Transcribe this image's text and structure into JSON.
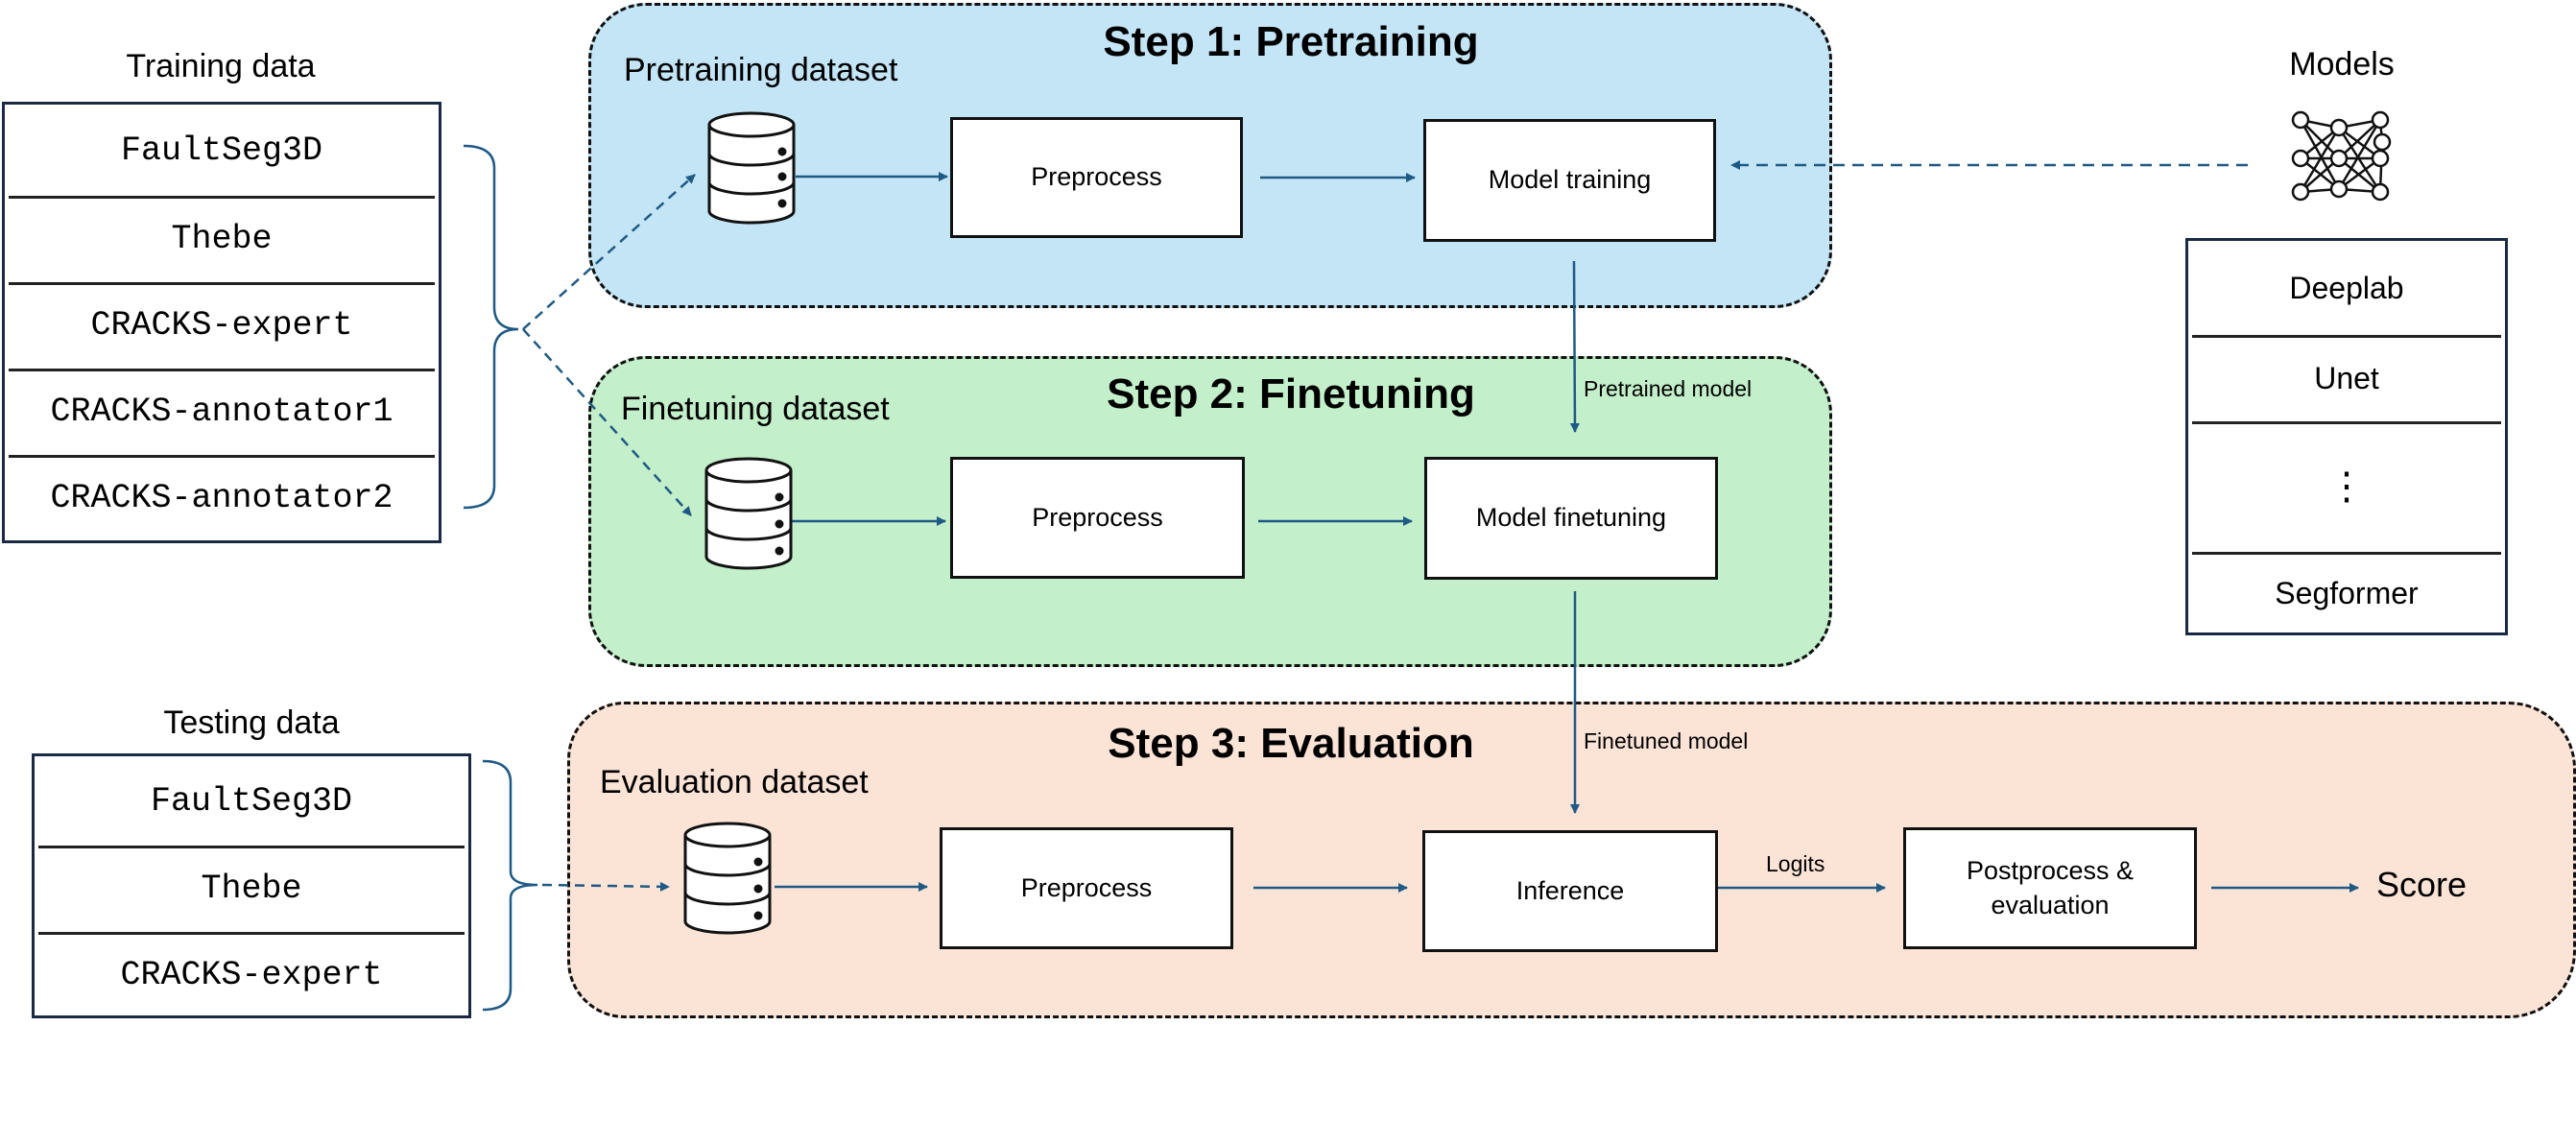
{
  "colors": {
    "pretraining_bg": "#c3e5f6",
    "finetuning_bg": "#c3efca",
    "evaluation_bg": "#fbe3d6",
    "arrow": "#1f5a85",
    "border": "#111111"
  },
  "training_data": {
    "title": "Training data",
    "items": [
      "FaultSeg3D",
      "Thebe",
      "CRACKS-expert",
      "CRACKS-annotator1",
      "CRACKS-annotator2"
    ]
  },
  "testing_data": {
    "title": "Testing data",
    "items": [
      "FaultSeg3D",
      "Thebe",
      "CRACKS-expert"
    ]
  },
  "models": {
    "title": "Models",
    "icon": "neural-network-icon",
    "items": [
      "Deeplab",
      "Unet",
      "⋮",
      "Segformer"
    ]
  },
  "steps": {
    "pretraining": {
      "title": "Step 1: Pretraining",
      "dataset_label": "Pretraining dataset",
      "preprocess": "Preprocess",
      "model_box": "Model training"
    },
    "finetuning": {
      "title": "Step 2:  Finetuning",
      "dataset_label": "Finetuning dataset",
      "preprocess": "Preprocess",
      "model_box": "Model finetuning"
    },
    "evaluation": {
      "title": "Step 3: Evaluation",
      "dataset_label": "Evaluation dataset",
      "preprocess": "Preprocess",
      "inference": "Inference",
      "postprocess_line1": "Postprocess &",
      "postprocess_line2": "evaluation",
      "score": "Score"
    }
  },
  "edge_labels": {
    "pretrained_model": "Pretrained model",
    "finetuned_model": "Finetuned model",
    "logits": "Logits"
  }
}
